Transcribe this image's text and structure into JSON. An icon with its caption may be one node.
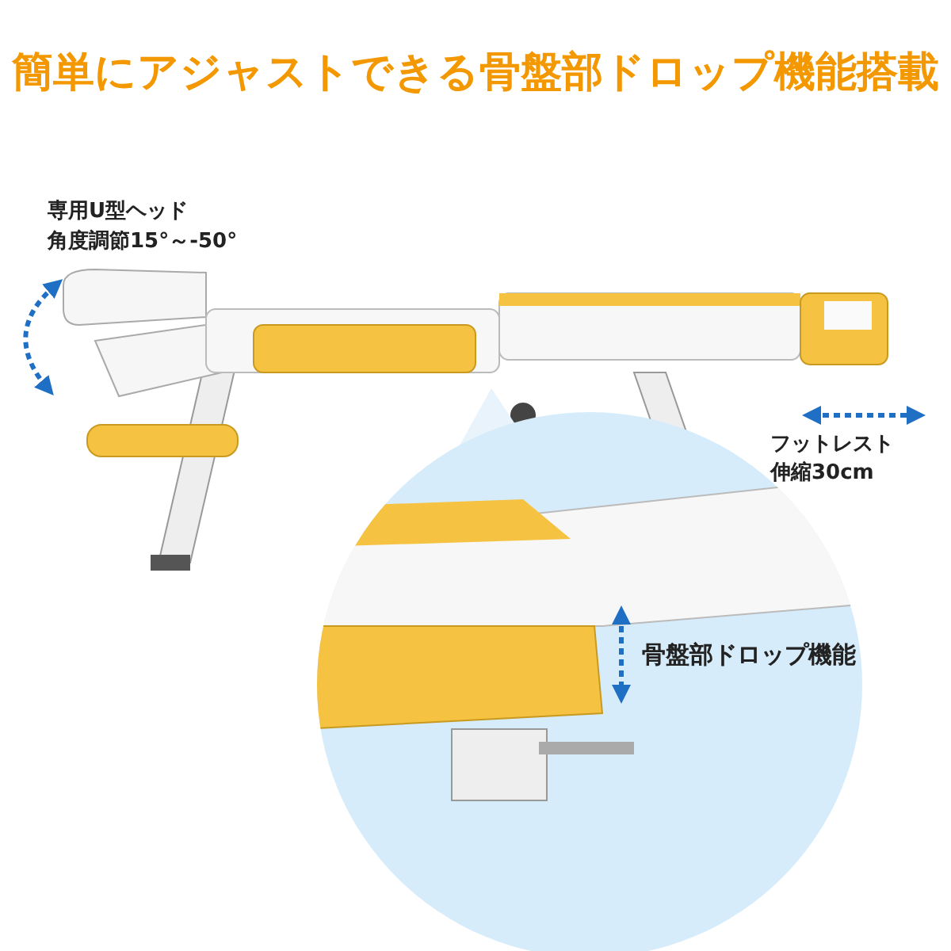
{
  "diagram": {
    "title": "簡単にアジャストできる骨盤部ドロップ機能搭載",
    "labels": [
      "専用U型ヘッド",
      "角度調節15°～-50°",
      "フットレスト",
      "伸縮30cm",
      "骨盤部ドロップ機能"
    ]
  }
}
